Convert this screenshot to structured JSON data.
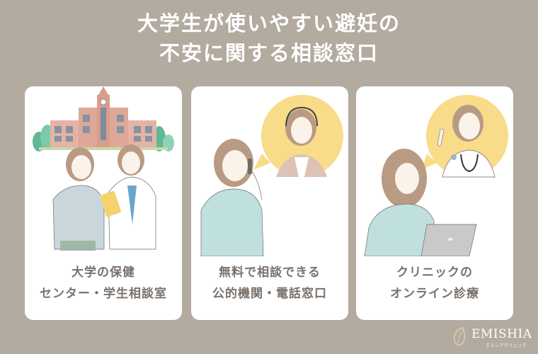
{
  "header": {
    "title_line1": "大学生が使いやすい避妊の",
    "title_line2": "不安に関する相談窓口"
  },
  "cards": [
    {
      "label_line1": "大学の保健",
      "label_line2": "センター・学生相談室",
      "illustration": "university-building-with-student-and-counselor"
    },
    {
      "label_line1": "無料で相談できる",
      "label_line2": "公的機関・電話窓口",
      "illustration": "woman-on-phone-with-headset-operator-bubble"
    },
    {
      "label_line1": "クリニックの",
      "label_line2": "オンライン診療",
      "illustration": "woman-on-laptop-with-doctor-bubble"
    }
  ],
  "logo": {
    "name": "EMISHIA",
    "subtitle": "エミシアクリニック"
  },
  "colors": {
    "background": "#b3aaa0",
    "card": "#ffffff",
    "label_text": "#7a716b",
    "bubble": "#f8dc8a",
    "shirt": "#bfe0dc"
  }
}
